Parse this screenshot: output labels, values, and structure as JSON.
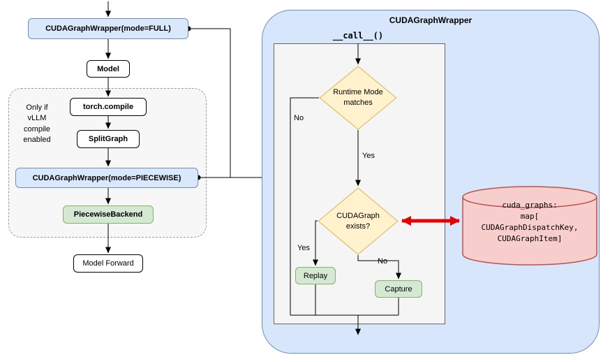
{
  "colors": {
    "blue_fill": "#dae8fc",
    "blue_stroke": "#6c8ebf",
    "green_fill": "#d5e8d4",
    "green_stroke": "#82b366",
    "yellow_fill": "#fff2cc",
    "yellow_stroke": "#d6b656",
    "cylinder_fill": "#f8cecc",
    "cylinder_stroke": "#b85450",
    "sync_arrow_red": "#e60000"
  },
  "left_flow": {
    "full_wrapper": "CUDAGraphWrapper(mode=FULL)",
    "model": "Model",
    "conditional_note": "Only if\nvLLM\ncompile\nenabled",
    "torch_compile": "torch.compile",
    "split_graph": "SplitGraph",
    "piecewise_wrapper": "CUDAGraphWrapper(mode=PIECEWISE)",
    "piecewise_backend": "PiecewiseBackend",
    "model_forward": "Model Forward"
  },
  "wrapper_panel": {
    "title": "CUDAGraphWrapper",
    "call_label": "__call__()",
    "runtime_check": "Runtime Mode\nmatches",
    "exists_check": "CUDAGraph\nexists?",
    "no_runtime": "No",
    "yes_runtime": "Yes",
    "yes_exists": "Yes",
    "no_exists": "No",
    "replay": "Replay",
    "capture": "Capture"
  },
  "store": {
    "line1": "cuda_graphs:",
    "line2": "map[",
    "line3": "CUDAGraphDispatchKey,",
    "line4": "CUDAGraphItem]"
  }
}
